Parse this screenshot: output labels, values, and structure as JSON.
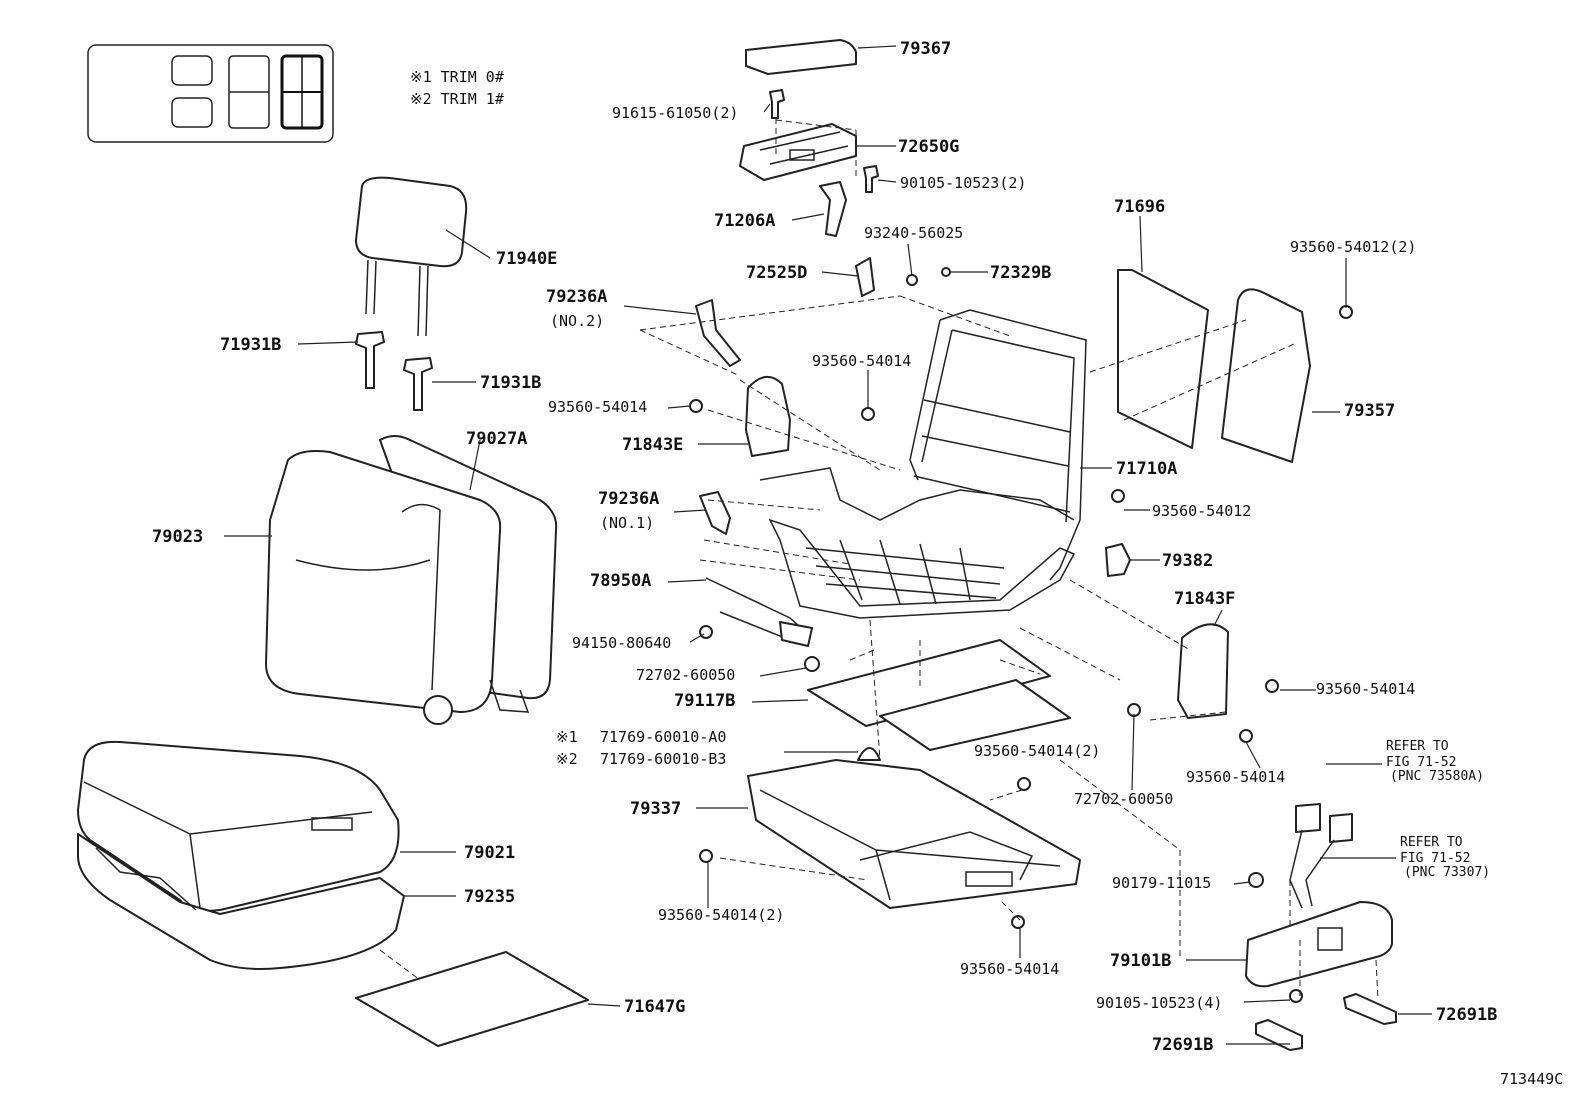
{
  "legend": {
    "note1": "※1 TRIM 0#",
    "note2": "※2 TRIM 1#"
  },
  "labels": {
    "p79367": "79367",
    "p91615": "91615-61050(2)",
    "p72650G": "72650G",
    "p90105a": "90105-10523(2)",
    "p71206A": "71206A",
    "p93240": "93240-56025",
    "p71696": "71696",
    "p93560_54012_2": "93560-54012(2)",
    "p71940E": "71940E",
    "p72525D": "72525D",
    "p72329B": "72329B",
    "p79236A_no2": "79236A",
    "no2": "(NO.2)",
    "p71931B_a": "71931B",
    "p93560_54014_a": "93560-54014",
    "p71931B_b": "71931B",
    "p93560_54014_b": "93560-54014",
    "p79357": "79357",
    "p71843E": "71843E",
    "p79027A": "79027A",
    "p71710A": "71710A",
    "p79023": "79023",
    "p79236A_no1": "79236A",
    "no1": "(NO.1)",
    "p93560_54012": "93560-54012",
    "p79382": "79382",
    "p78950A": "78950A",
    "p71843F": "71843F",
    "p94150": "94150-80640",
    "p72702_a": "72702-60050",
    "p79117B": "79117B",
    "p93560_54014_c": "93560-54014",
    "mark1": "※1",
    "p71769_a": "71769-60010-A0",
    "mark2": "※2",
    "p71769_b": "71769-60010-B3",
    "p93560_54014_2a": "93560-54014(2)",
    "refer1_a": "REFER TO",
    "refer1_b": "FIG 71-52",
    "refer1_c": "(PNC 73580A)",
    "p72702_b": "72702-60050",
    "p93560_54014_d": "93560-54014",
    "p79337": "79337",
    "refer2_a": "REFER TO",
    "refer2_b": "FIG 71-52",
    "refer2_c": "(PNC 73307)",
    "p79021": "79021",
    "p90179": "90179-11015",
    "p79235": "79235",
    "p93560_54014_2b": "93560-54014(2)",
    "p79101B": "79101B",
    "p93560_54014_e": "93560-54014",
    "p90105b": "90105-10523(4)",
    "p71647G": "71647G",
    "p72691B_a": "72691B",
    "p72691B_b": "72691B",
    "figure_id": "713449C"
  }
}
